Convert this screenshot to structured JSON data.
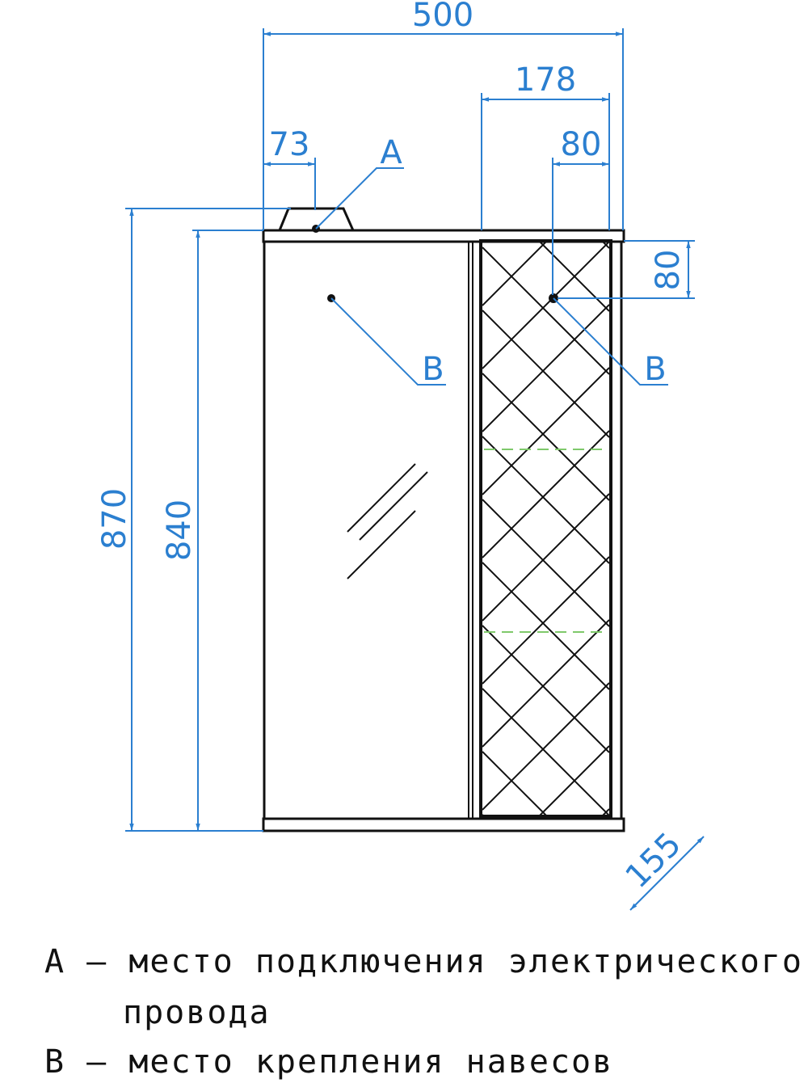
{
  "colors": {
    "dimension": "#2b7fd0",
    "outline": "#111111",
    "shelf": "#7fc96b"
  },
  "dimensions": {
    "total_width": "500",
    "side_width": "178",
    "top_offset": "73",
    "mount_offset_right": "80",
    "mount_offset_top": "80",
    "total_height": "870",
    "body_height": "840",
    "depth": "155"
  },
  "markers": {
    "wire": "A",
    "mount_left": "B",
    "mount_right": "B"
  },
  "legend": {
    "a_line1": "А – место подключения электрического",
    "a_line2": "провода",
    "b_line": "В – место крепления навесов"
  }
}
